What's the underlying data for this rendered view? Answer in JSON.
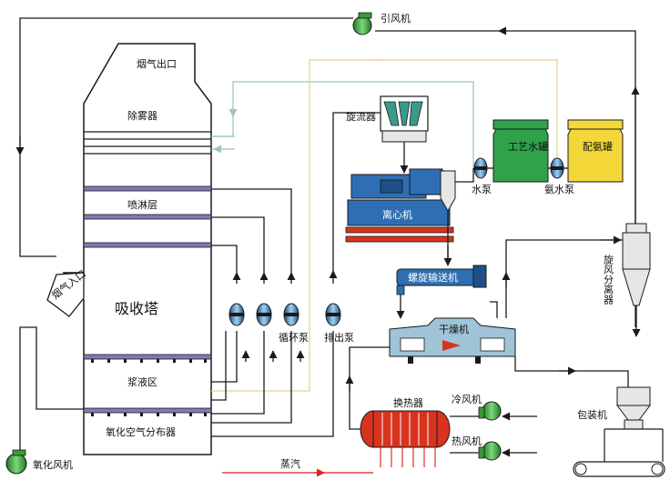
{
  "labels": {
    "induced_fan": "引风机",
    "flue_gas_outlet": "烟气出口",
    "demister": "除雾器",
    "spray_layer": "喷淋层",
    "flue_gas_inlet": "烟气入口",
    "absorption_tower": "吸收塔",
    "circulation_pump": "循环泵",
    "discharge_pump": "排出泵",
    "slurry_zone": "浆液区",
    "oxidation_air_distributor": "氧化空气分布器",
    "oxidation_fan": "氧化风机",
    "hydrocyclone": "旋流器",
    "centrifuge": "离心机",
    "water_pump": "水泵",
    "process_water_tank": "工艺水罐",
    "ammonia_pump": "氨水泵",
    "ammonia_tank": "配氨罐",
    "screw_conveyor": "螺旋输送机",
    "dryer": "干燥机",
    "cyclone_separator": "旋风分离器",
    "heat_exchanger": "换热器",
    "cold_air_fan": "冷风机",
    "hot_air_fan": "热风机",
    "packing_machine": "包装机",
    "steam": "蒸汽"
  },
  "colors": {
    "pipe": "#1a1a1a",
    "steam": "#e02020",
    "return_line": "#9cc5c5",
    "ammonia_line": "#e8d48a",
    "tower_band": "#7f7bb6",
    "equipment_blue": "#2e6fb3",
    "fan_green": "#3a9a3a",
    "tank_green": "#2fa24a",
    "tank_yellow": "#f4d83a",
    "heater_red": "#d8331e"
  }
}
